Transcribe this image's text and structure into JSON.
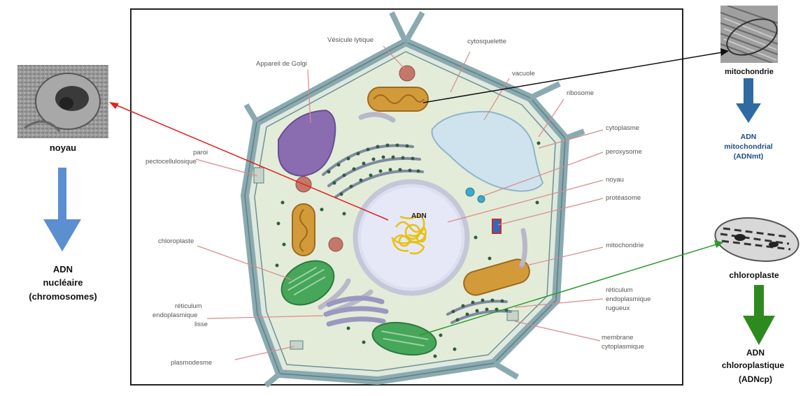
{
  "left": {
    "title": "noyau",
    "dna": [
      "ADN",
      "nucléaire",
      "(chromosomes)"
    ]
  },
  "right_top": {
    "title": "mitochondrie",
    "dna": [
      "ADN",
      "mitochondrial",
      "(ADNmt)"
    ]
  },
  "right_bottom": {
    "title": "chloroplaste",
    "dna": [
      "ADN",
      "chloroplastique",
      "(ADNcp)"
    ]
  },
  "diagram": {
    "center_label": "ADN",
    "labels": {
      "vesicule": "Vésicule lytique",
      "cytosquelette": "cytosquelette",
      "golgi": "Appareil de Golgi",
      "vacuole": "vacuole",
      "ribosome": "ribosome",
      "cytoplasme": "cytoplasme",
      "peroxysome": "peroxysome",
      "noyau": "noyau",
      "proteasome": "protéasome",
      "paroi": [
        "paroi",
        "pectocellulosique"
      ],
      "chloroplaste": "chloroplaste",
      "mitochondrie": "mitochondrie",
      "reticulum_rugueux": [
        "réticulum",
        "endoplasmique",
        "rugueux"
      ],
      "reticulum_lisse": [
        "réticulum",
        "endoplasmique",
        "lisse"
      ],
      "membrane": [
        "membrane",
        "cytoplasmique"
      ],
      "plasmodesme": "plasmodesme"
    }
  },
  "colors": {
    "blue_arrow": "#5b8fd0",
    "dark_blue_arrow": "#2f6aa3",
    "green_arrow": "#2e8a1f",
    "red_pointer": "#e02020",
    "black_pointer": "#111111",
    "green_pointer": "#2a9a2a"
  }
}
